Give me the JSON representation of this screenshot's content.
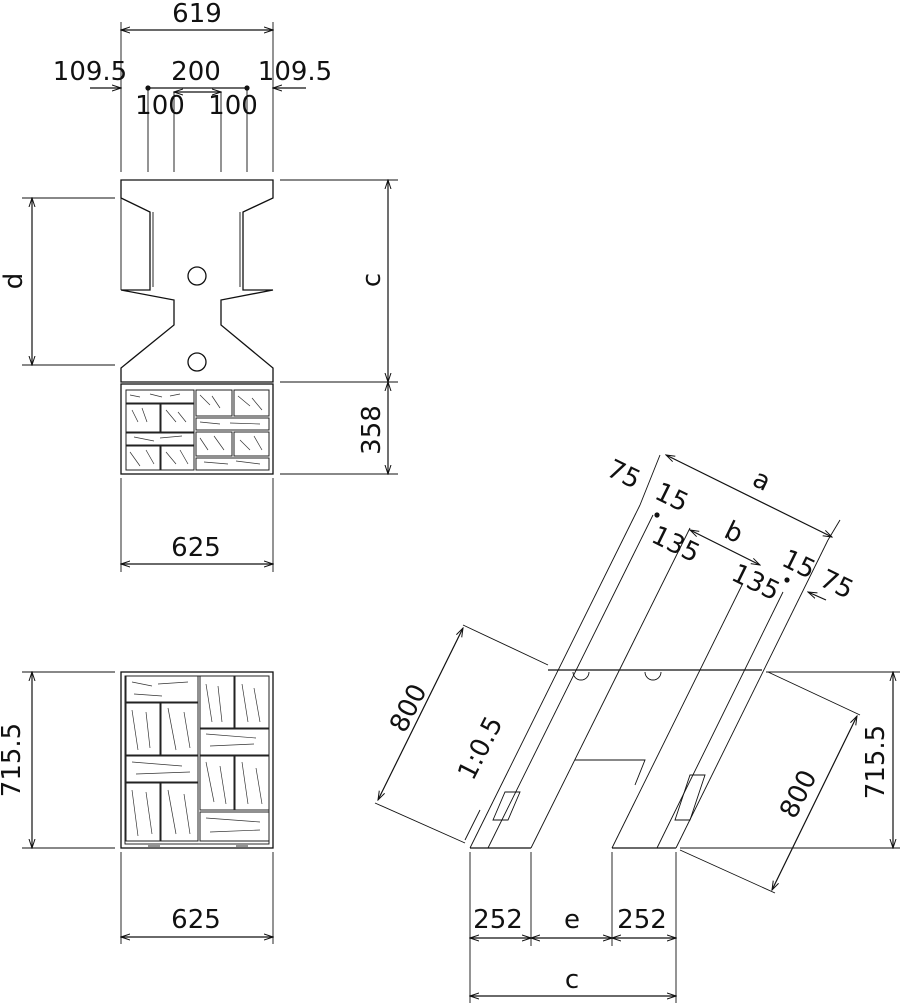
{
  "top_view": {
    "overall_width": "619",
    "side_offset_left": "109.5",
    "center_span": "200",
    "side_offset_right": "109.5",
    "inner_left": "100",
    "inner_right": "100",
    "height_label_left": "d",
    "height_label_right": "c",
    "wall_depth": "358",
    "base_width": "625"
  },
  "front_view": {
    "height": "715.5",
    "base_width": "625"
  },
  "side_view": {
    "top_span": "a",
    "inner_span": "b",
    "edge_left": "75",
    "edge_right": "75",
    "lip_left": "15",
    "lip_right": "15",
    "offset_left": "135",
    "offset_right": "135",
    "slope_length_left": "800",
    "slope_length_right": "800",
    "slope_ratio": "1:0.5",
    "height": "715.5",
    "foot_left": "252",
    "gap": "e",
    "foot_right": "252",
    "overall": "c"
  },
  "colors": {
    "ink": "#111111",
    "paper": "#ffffff"
  }
}
